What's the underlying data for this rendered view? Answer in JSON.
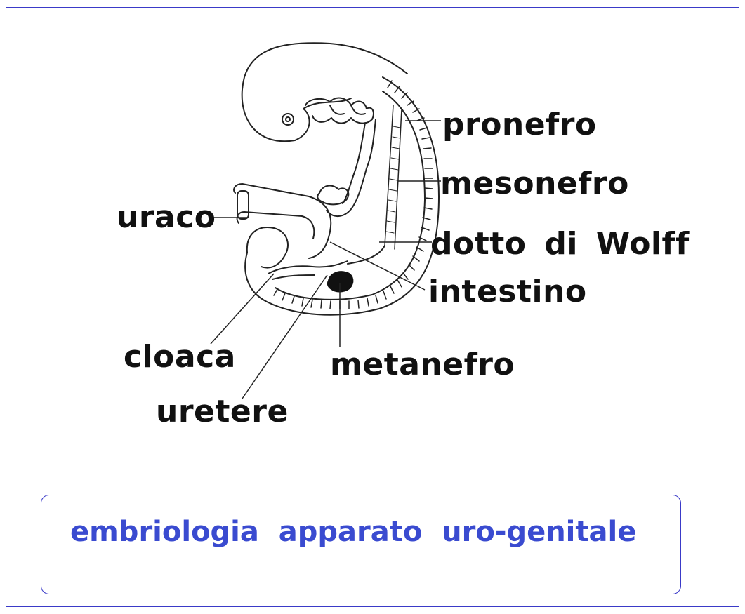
{
  "labels": {
    "pronefro": "pronefro",
    "mesonefro": "mesonefro",
    "dotto_wolff": "dotto di Wolff",
    "intestino": "intestino",
    "uraco": "uraco",
    "cloaca": "cloaca",
    "metanefro": "metanefro",
    "uretere": "uretere"
  },
  "caption": "embriologia  apparato  uro-genitale",
  "colors": {
    "frame": "#3a3ac8",
    "caption_text": "#3a4bd0",
    "label_text": "#111111",
    "drawing_stroke": "#222222",
    "metanephros_fill": "#111111"
  }
}
